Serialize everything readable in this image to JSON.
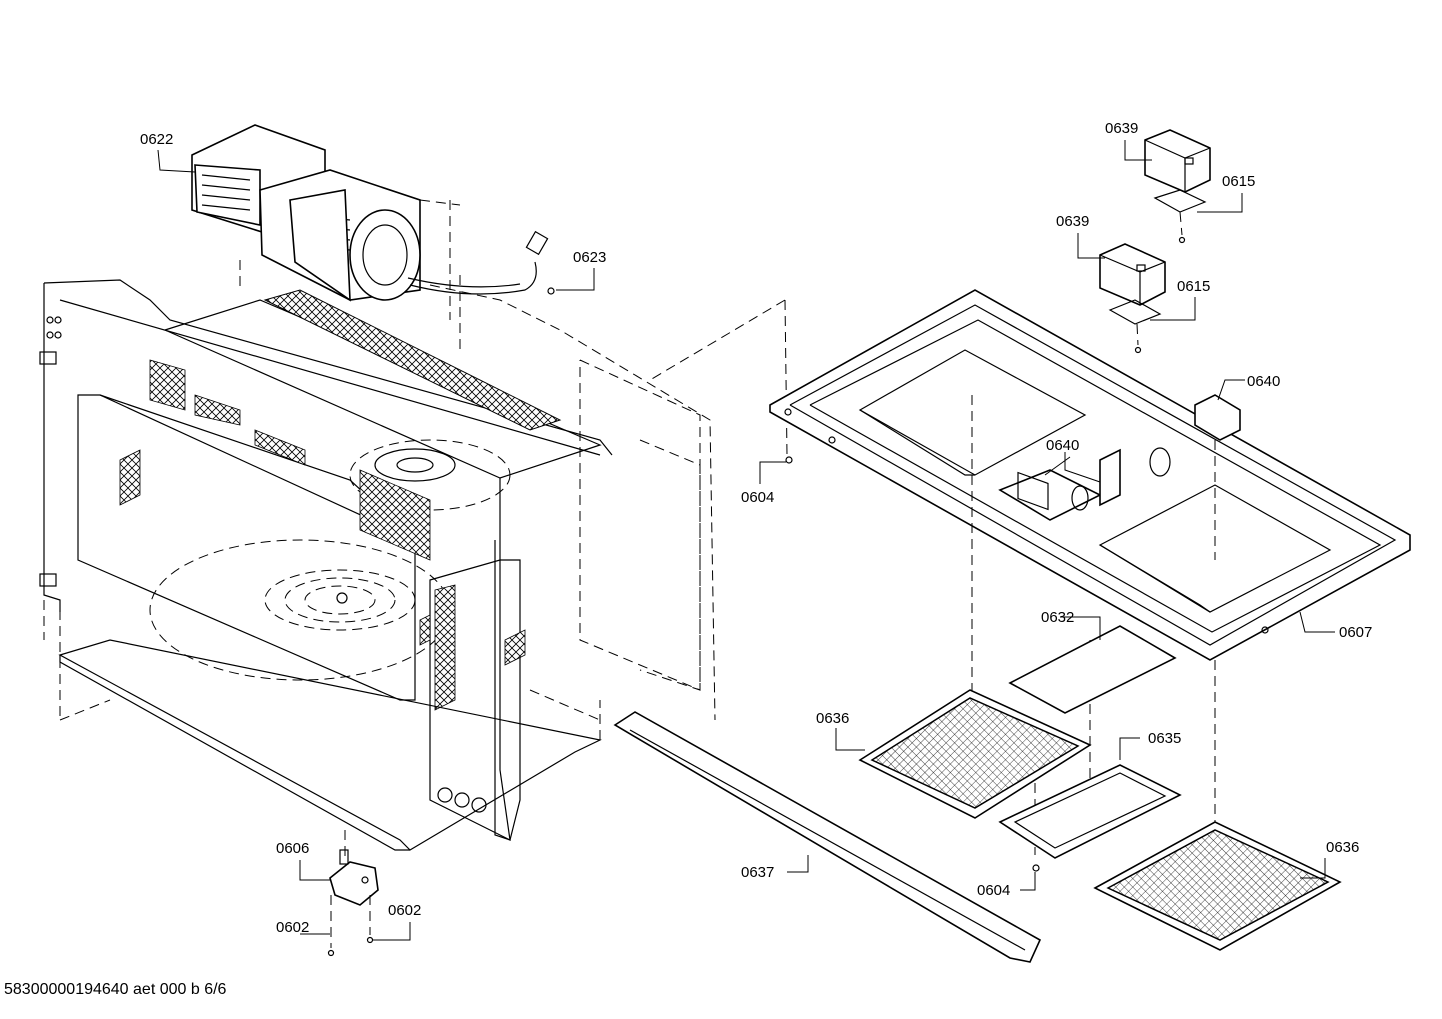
{
  "callouts": {
    "c0622": "0622",
    "c0623": "0623",
    "c0639a": "0639",
    "c0615a": "0615",
    "c0639b": "0639",
    "c0615b": "0615",
    "c0640a": "0640",
    "c0640b": "0640",
    "c0604a": "0604",
    "c0607": "0607",
    "c0632": "0632",
    "c0636a": "0636",
    "c0635": "0635",
    "c0606": "0606",
    "c0602a": "0602",
    "c0602b": "0602",
    "c0637": "0637",
    "c0604b": "0604",
    "c0636b": "0636"
  },
  "footer": {
    "code": "58300000194640 aet 000 b 6/6"
  }
}
